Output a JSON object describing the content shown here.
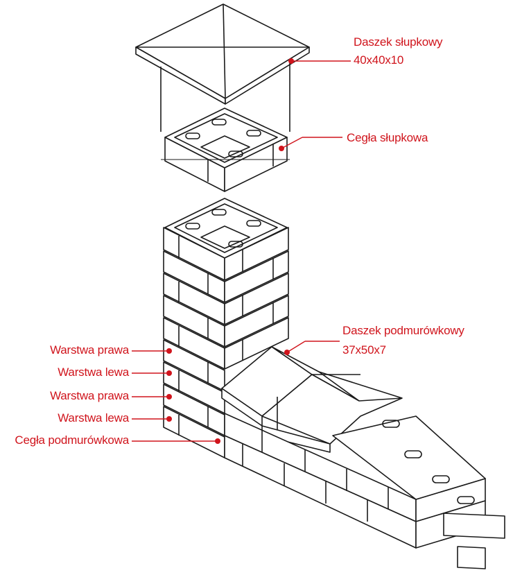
{
  "labels": {
    "cap_name": "Daszek słupkowy",
    "cap_size": "40x40x10",
    "pillar_brick": "Cegła słupkowa",
    "wall_cap_name": "Daszek podmurówkowy",
    "wall_cap_size": "37x50x7",
    "layer_1": "Warstwa prawa",
    "layer_2": "Warstwa lewa",
    "layer_3": "Warstwa prawa",
    "layer_4": "Warstwa lewa",
    "base_brick": "Cegła podmurówkowa"
  },
  "colors": {
    "accent": "#d0141c",
    "line": "#1a1a1a",
    "background": "#ffffff"
  }
}
